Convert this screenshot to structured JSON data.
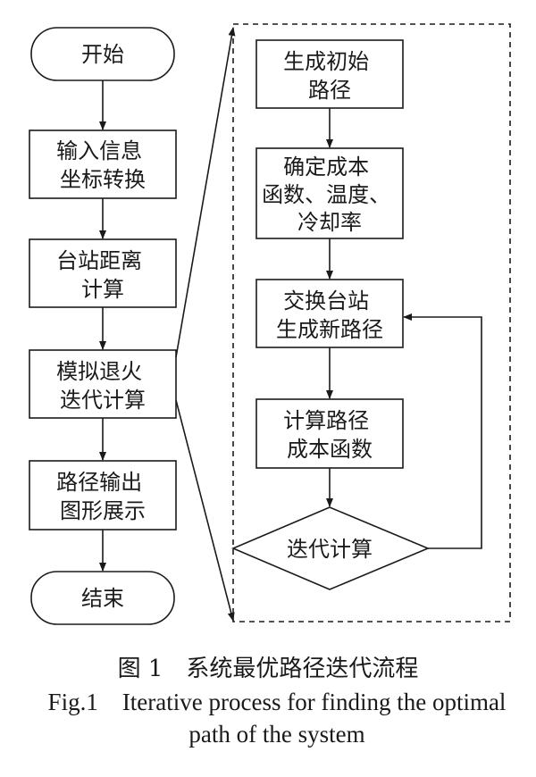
{
  "main_flow": {
    "start": "开始",
    "step1": [
      "输入信息",
      "坐标转换"
    ],
    "step2": [
      "台站距离",
      "计算"
    ],
    "step3": [
      "模拟退火",
      "迭代计算"
    ],
    "step4": [
      "路径输出",
      "图形展示"
    ],
    "end": "结束"
  },
  "detail_flow": {
    "d1": [
      "生成初始",
      "路径"
    ],
    "d2": [
      "确定成本",
      "函数、温度、",
      "冷却率"
    ],
    "d3": [
      "交换台站",
      "生成新路径"
    ],
    "d4": [
      "计算路径",
      "成本函数"
    ],
    "decision": "迭代计算"
  },
  "caption": {
    "chinese": "图 1　系统最优路径迭代流程",
    "english": "Fig.1　Iterative process for finding the optimal path of the system"
  }
}
